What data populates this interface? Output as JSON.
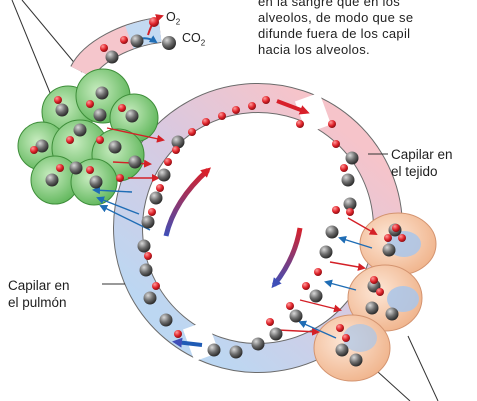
{
  "caption": {
    "lines": [
      "en la sangre que en los",
      "alveolos, de modo que se",
      "difunde fuera de los capil",
      "hacia los alveolos."
    ]
  },
  "legend": {
    "o2_base": "O",
    "o2_sub": "2",
    "co2_base": "CO",
    "co2_sub": "2"
  },
  "labels": {
    "tissue_capillary": [
      "Capilar en",
      "el tejido"
    ],
    "lung_capillary": [
      "Capilar en",
      "el pulmón"
    ]
  },
  "colors": {
    "oxygen": "#e0232a",
    "co2_gas": "#6d6d6d",
    "lung_tissue": "#79c775",
    "body_cells": "#f6c9a8",
    "oxygenated_vessel": "#f5c6cc",
    "deoxygenated_vessel": "#c3daf2",
    "o2_arrow": "#d42027",
    "co2_arrow": "#1f6db5"
  }
}
